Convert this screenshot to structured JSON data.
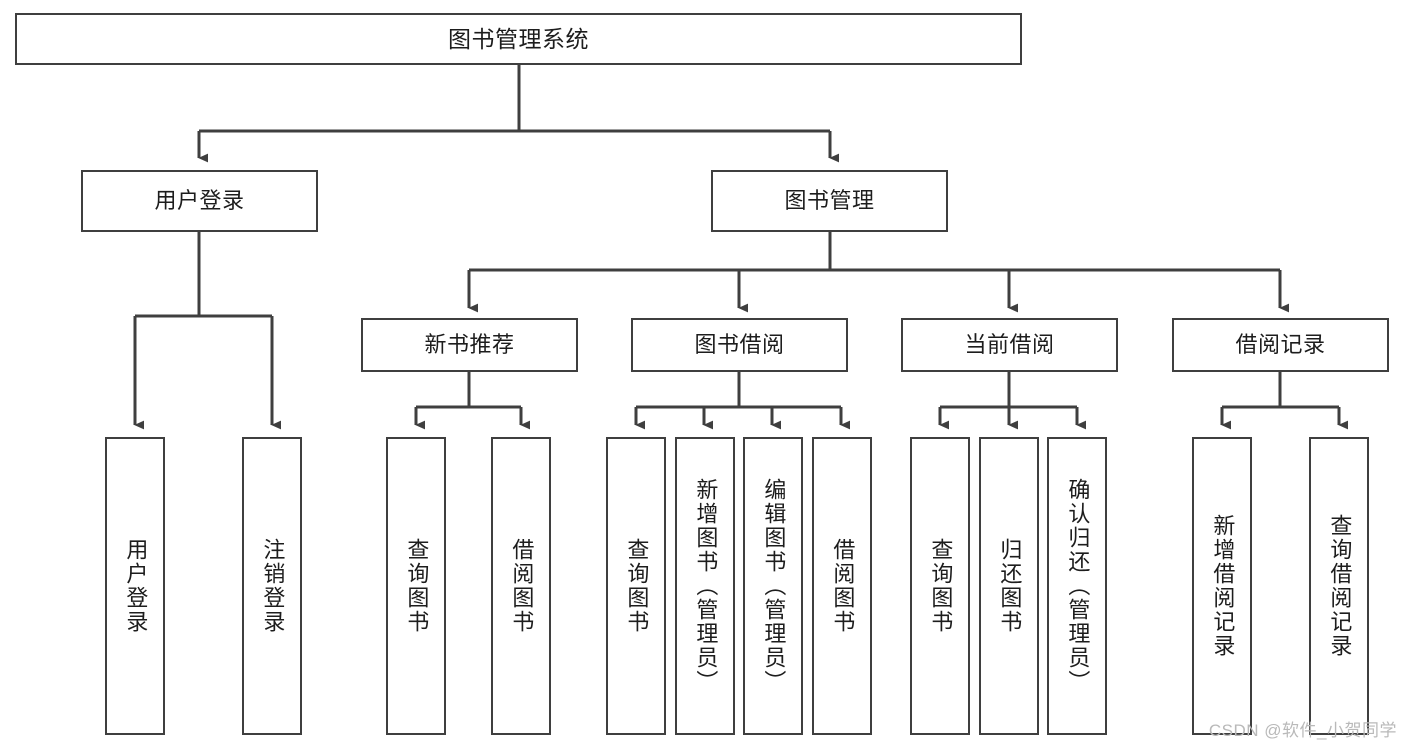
{
  "diagram": {
    "title": "图书管理系统",
    "type": "hierarchy-tree",
    "line_color": "#3f3f3f",
    "box_fill": "#ffffff",
    "text_color": "#1d1d1d",
    "root": {
      "label": "图书管理系统"
    },
    "level2": [
      {
        "label": "用户登录"
      },
      {
        "label": "图书管理"
      }
    ],
    "level3": [
      {
        "label": "新书推荐"
      },
      {
        "label": "图书借阅"
      },
      {
        "label": "当前借阅"
      },
      {
        "label": "借阅记录"
      }
    ],
    "leaves": [
      {
        "label": "用户登录",
        "parent": "用户登录"
      },
      {
        "label": "注销登录",
        "parent": "用户登录"
      },
      {
        "label": "查询图书",
        "parent": "新书推荐"
      },
      {
        "label": "借阅图书",
        "parent": "新书推荐"
      },
      {
        "label": "查询图书",
        "parent": "图书借阅"
      },
      {
        "label": "新增图书（管理员）",
        "parent": "图书借阅"
      },
      {
        "label": "编辑图书（管理员）",
        "parent": "图书借阅"
      },
      {
        "label": "借阅图书",
        "parent": "图书借阅"
      },
      {
        "label": "查询图书",
        "parent": "当前借阅"
      },
      {
        "label": "归还图书",
        "parent": "当前借阅"
      },
      {
        "label": "确认归还（管理员）",
        "parent": "当前借阅"
      },
      {
        "label": "新增借阅记录",
        "parent": "借阅记录"
      },
      {
        "label": "查询借阅记录",
        "parent": "借阅记录"
      }
    ]
  },
  "watermark": {
    "text": "CSDN @软件_小贺同学"
  }
}
